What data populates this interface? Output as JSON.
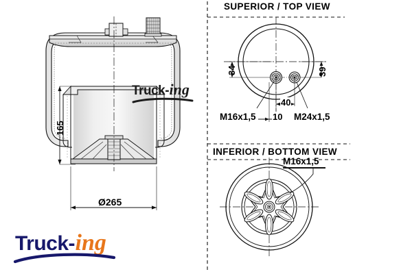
{
  "drawing": {
    "product": "Air spring bellows technical drawing",
    "brand": {
      "name_part1": "Truck",
      "name_dash": "-",
      "name_part2": "ing"
    },
    "watermark": {
      "name_part1": "Truck",
      "name_dash": "-",
      "name_part2": "ing"
    },
    "main_view": {
      "height_dim": "165",
      "diameter_dim": "Ø265"
    },
    "top_view": {
      "title": "SUPERIOR / TOP VIEW",
      "dim_left": "34",
      "dim_right": "39",
      "dim_center_upper": "40",
      "dim_center_lower": "10",
      "thread_left": "M16x1,5",
      "thread_right": "M24x1,5"
    },
    "bottom_view": {
      "title": "INFERIOR / BOTTOM VIEW",
      "thread": "M16x1,5"
    }
  },
  "colors": {
    "line": "#000000",
    "fill_light": "#ededed",
    "fill_mid": "#d8d8d8",
    "brand_navy": "#17186b",
    "brand_orange": "#e8761a",
    "background": "#ffffff"
  }
}
